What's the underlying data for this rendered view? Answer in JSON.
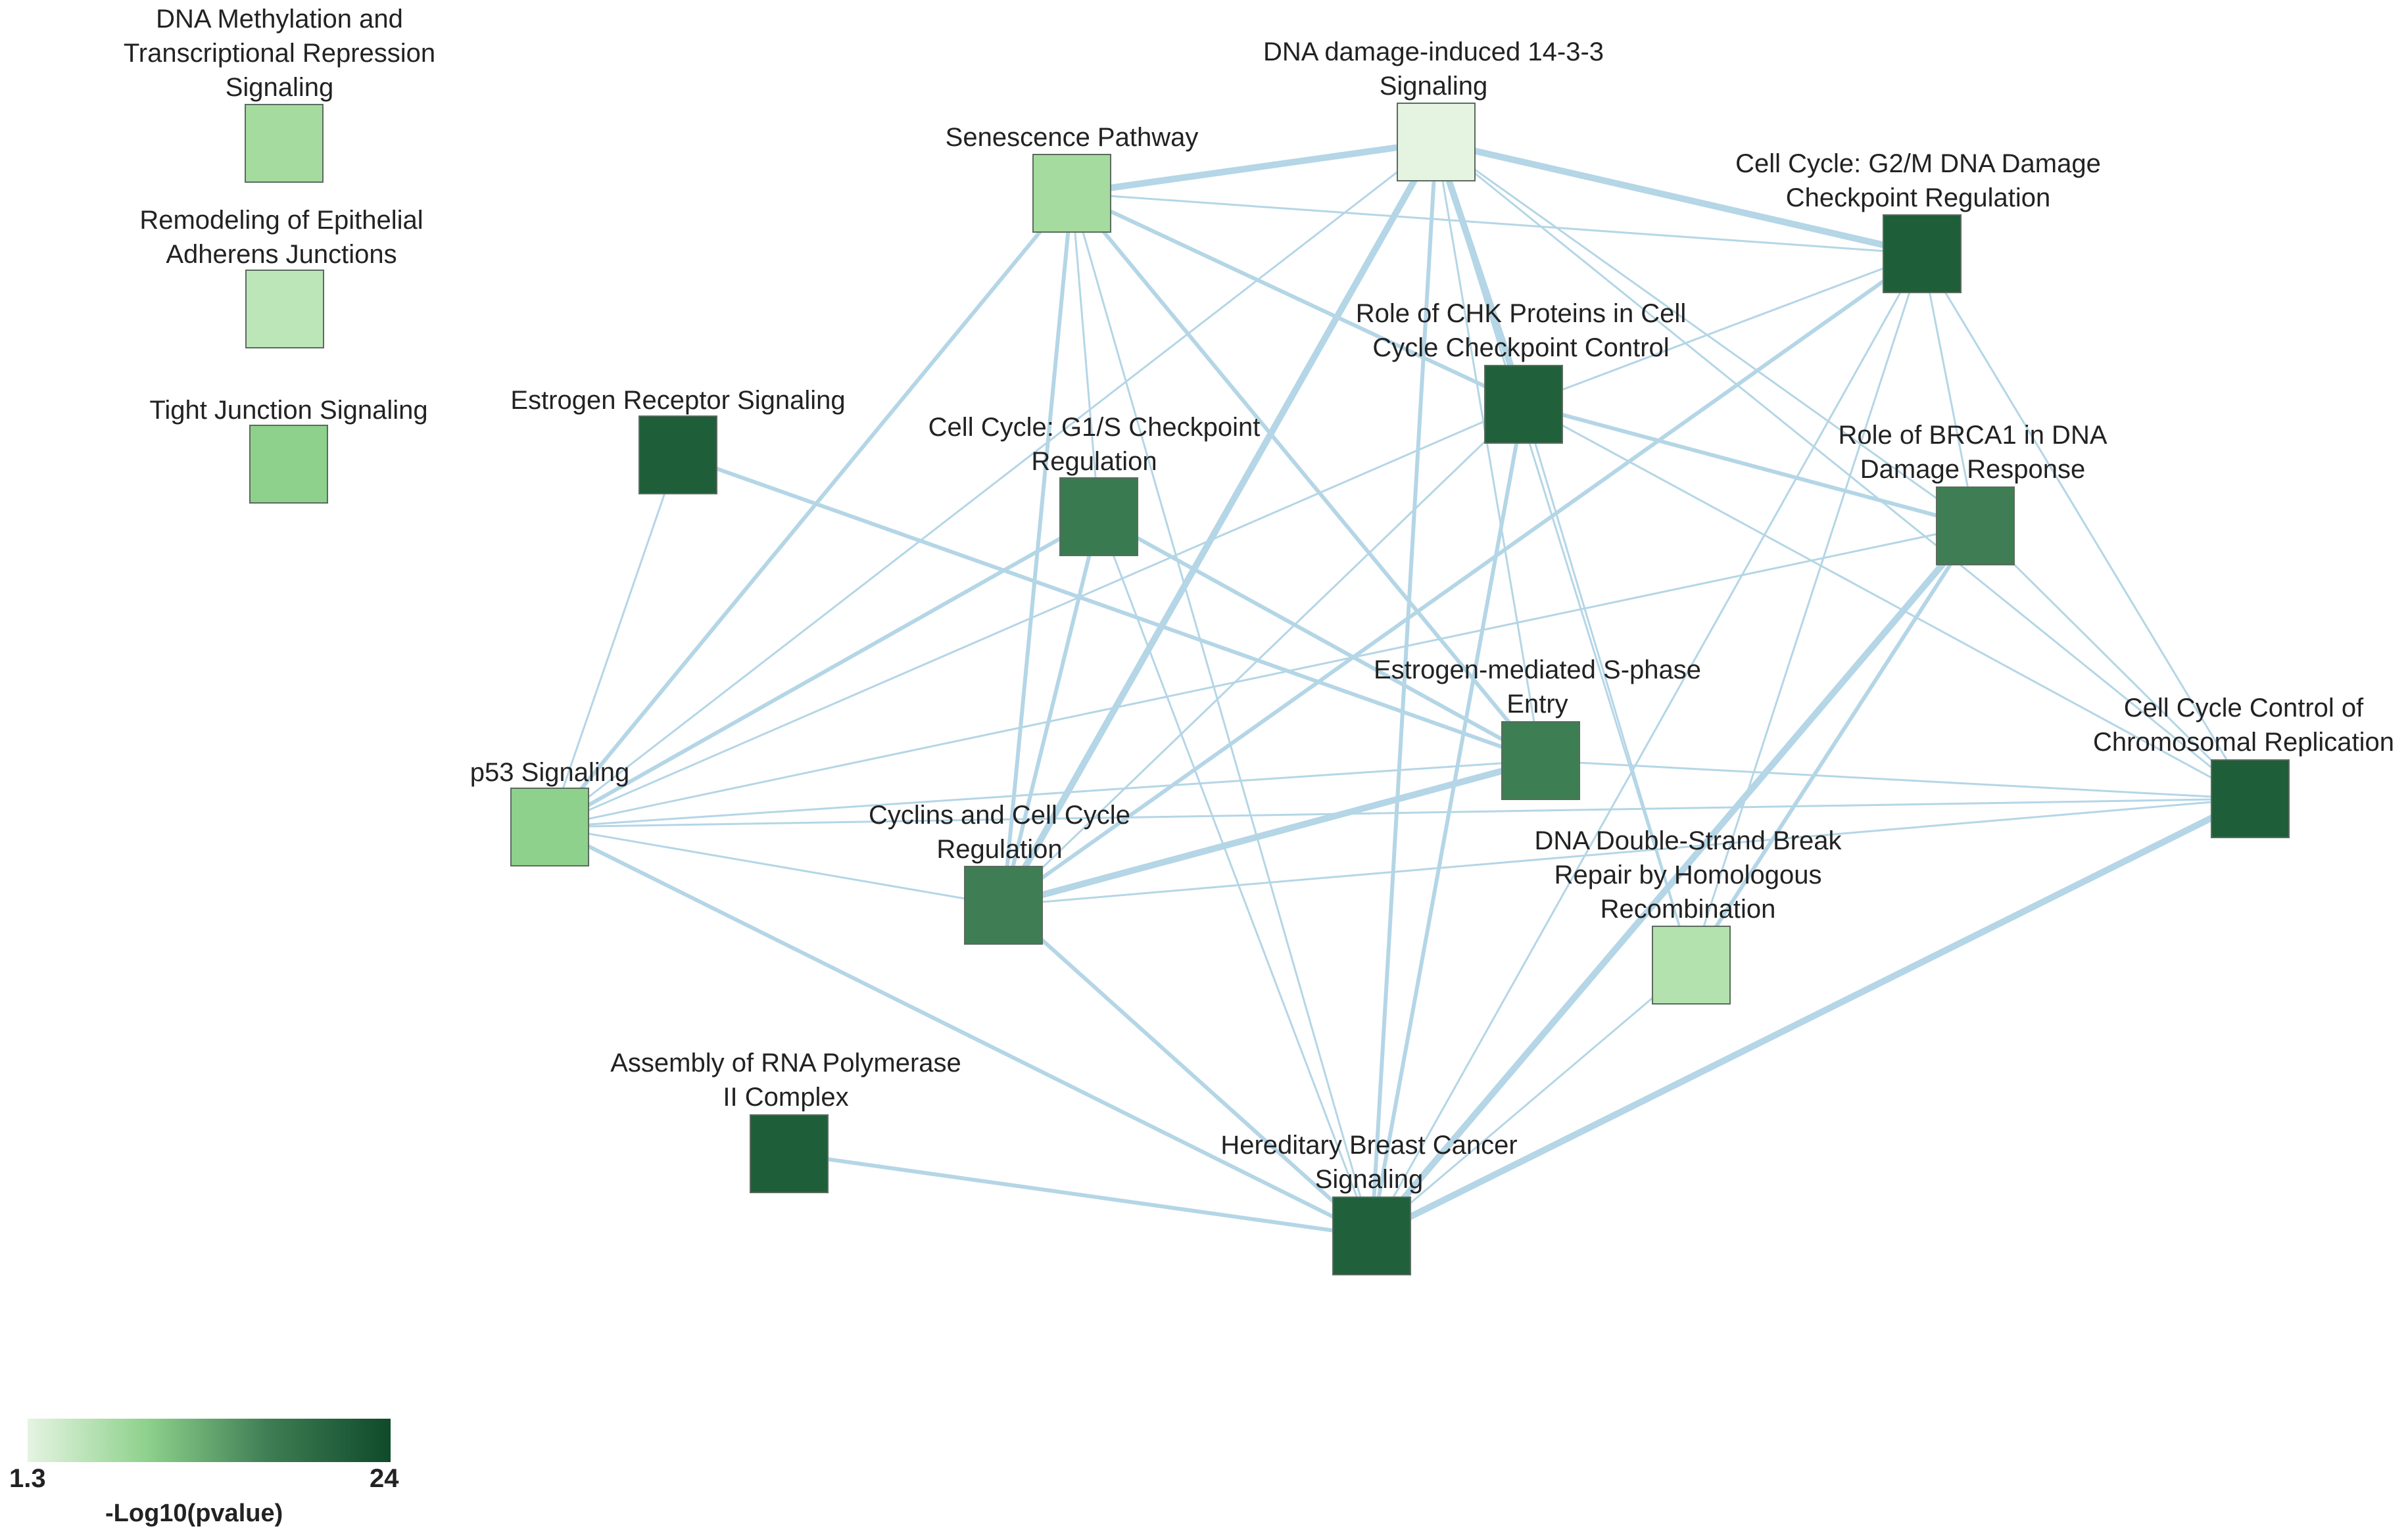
{
  "nodes": [
    {
      "id": "dna_methylation",
      "label_lines": [
        "DNA Methylation and",
        "Transcriptional Repression",
        "Signaling"
      ],
      "color": "#a6dba0"
    },
    {
      "id": "remodeling",
      "label_lines": [
        "Remodeling of Epithelial",
        "Adherens Junctions"
      ],
      "color": "#bde6b8"
    },
    {
      "id": "tight_junction",
      "label_lines": [
        "Tight Junction Signaling"
      ],
      "color": "#8ed18c"
    },
    {
      "id": "estrogen_receptor",
      "label_lines": [
        "Estrogen Receptor Signaling"
      ],
      "color": "#1e5e38"
    },
    {
      "id": "senescence",
      "label_lines": [
        "Senescence Pathway"
      ],
      "color": "#a6dba0"
    },
    {
      "id": "dna_damage_1433",
      "label_lines": [
        "DNA damage-induced 14-3-3",
        "Signaling"
      ],
      "color": "#e5f4e1"
    },
    {
      "id": "g2m",
      "label_lines": [
        "Cell Cycle: G2/M DNA Damage",
        "Checkpoint Regulation"
      ],
      "color": "#1e5e38"
    },
    {
      "id": "chk",
      "label_lines": [
        "Role of CHK Proteins in Cell",
        "Cycle Checkpoint Control"
      ],
      "color": "#20603a"
    },
    {
      "id": "g1s",
      "label_lines": [
        "Cell Cycle: G1/S Checkpoint",
        "Regulation"
      ],
      "color": "#3a7a50"
    },
    {
      "id": "brca1",
      "label_lines": [
        "Role of BRCA1 in DNA",
        "Damage Response"
      ],
      "color": "#3f7e54"
    },
    {
      "id": "estrogen_sphase",
      "label_lines": [
        "Estrogen-mediated S-phase",
        "Entry"
      ],
      "color": "#3d7f52"
    },
    {
      "id": "chromosomal",
      "label_lines": [
        "Cell Cycle Control of",
        "Chromosomal Replication"
      ],
      "color": "#1e5e38"
    },
    {
      "id": "p53",
      "label_lines": [
        "p53 Signaling"
      ],
      "color": "#8ed18c"
    },
    {
      "id": "cyclins",
      "label_lines": [
        "Cyclins and Cell Cycle",
        "Regulation"
      ],
      "color": "#3f7e54"
    },
    {
      "id": "dsb",
      "label_lines": [
        "DNA Double-Strand Break",
        "Repair by Homologous",
        "Recombination"
      ],
      "color": "#b3e2ae"
    },
    {
      "id": "rna_pol",
      "label_lines": [
        "Assembly of RNA Polymerase",
        "II Complex"
      ],
      "color": "#1e5e38"
    },
    {
      "id": "hbc",
      "label_lines": [
        "Hereditary Breast Cancer",
        "Signaling"
      ],
      "color": "#20603a"
    }
  ],
  "edges": [
    [
      "senescence",
      "dna_damage_1433",
      "thick"
    ],
    [
      "senescence",
      "g2m",
      "thin"
    ],
    [
      "senescence",
      "chk",
      "medium"
    ],
    [
      "senescence",
      "p53",
      "medium"
    ],
    [
      "senescence",
      "g1s",
      "thin"
    ],
    [
      "senescence",
      "cyclins",
      "medium"
    ],
    [
      "senescence",
      "estrogen_sphase",
      "medium"
    ],
    [
      "senescence",
      "hbc",
      "thin"
    ],
    [
      "dna_damage_1433",
      "g2m",
      "thick"
    ],
    [
      "dna_damage_1433",
      "chk",
      "thick"
    ],
    [
      "dna_damage_1433",
      "brca1",
      "thin"
    ],
    [
      "dna_damage_1433",
      "chromosomal",
      "thin"
    ],
    [
      "dna_damage_1433",
      "estrogen_sphase",
      "thin"
    ],
    [
      "dna_damage_1433",
      "cyclins",
      "thick"
    ],
    [
      "dna_damage_1433",
      "hbc",
      "medium"
    ],
    [
      "dna_damage_1433",
      "p53",
      "thin"
    ],
    [
      "dna_damage_1433",
      "dsb",
      "thin"
    ],
    [
      "g2m",
      "chk",
      "thin"
    ],
    [
      "g2m",
      "brca1",
      "thin"
    ],
    [
      "g2m",
      "chromosomal",
      "thin"
    ],
    [
      "g2m",
      "cyclins",
      "medium"
    ],
    [
      "g2m",
      "hbc",
      "thin"
    ],
    [
      "g2m",
      "dsb",
      "thin"
    ],
    [
      "chk",
      "brca1",
      "medium"
    ],
    [
      "chk",
      "chromosomal",
      "thin"
    ],
    [
      "chk",
      "hbc",
      "medium"
    ],
    [
      "chk",
      "p53",
      "thin"
    ],
    [
      "chk",
      "dsb",
      "thin"
    ],
    [
      "chk",
      "cyclins",
      "thin"
    ],
    [
      "estrogen_receptor",
      "p53",
      "thin"
    ],
    [
      "estrogen_receptor",
      "estrogen_sphase",
      "medium"
    ],
    [
      "g1s",
      "p53",
      "medium"
    ],
    [
      "g1s",
      "estrogen_sphase",
      "medium"
    ],
    [
      "g1s",
      "cyclins",
      "medium"
    ],
    [
      "g1s",
      "hbc",
      "thin"
    ],
    [
      "brca1",
      "hbc",
      "thick"
    ],
    [
      "brca1",
      "p53",
      "thin"
    ],
    [
      "brca1",
      "dsb",
      "medium"
    ],
    [
      "brca1",
      "chromosomal",
      "thin"
    ],
    [
      "estrogen_sphase",
      "cyclins",
      "thick"
    ],
    [
      "estrogen_sphase",
      "p53",
      "thin"
    ],
    [
      "estrogen_sphase",
      "chromosomal",
      "thin"
    ],
    [
      "chromosomal",
      "hbc",
      "thick"
    ],
    [
      "chromosomal",
      "cyclins",
      "thin"
    ],
    [
      "chromosomal",
      "p53",
      "thin"
    ],
    [
      "p53",
      "cyclins",
      "thin"
    ],
    [
      "p53",
      "hbc",
      "medium"
    ],
    [
      "cyclins",
      "hbc",
      "medium"
    ],
    [
      "dsb",
      "hbc",
      "thin"
    ],
    [
      "rna_pol",
      "hbc",
      "medium"
    ]
  ],
  "edge_color": "#b4d6e6",
  "node_border": "#5a6b5e",
  "legend": {
    "min_label": "1.3",
    "max_label": "24",
    "title": "-Log10(pvalue)",
    "gradient": [
      "#e5f4e1",
      "#8ed18c",
      "#3f7e54",
      "#0f4a2a"
    ]
  }
}
